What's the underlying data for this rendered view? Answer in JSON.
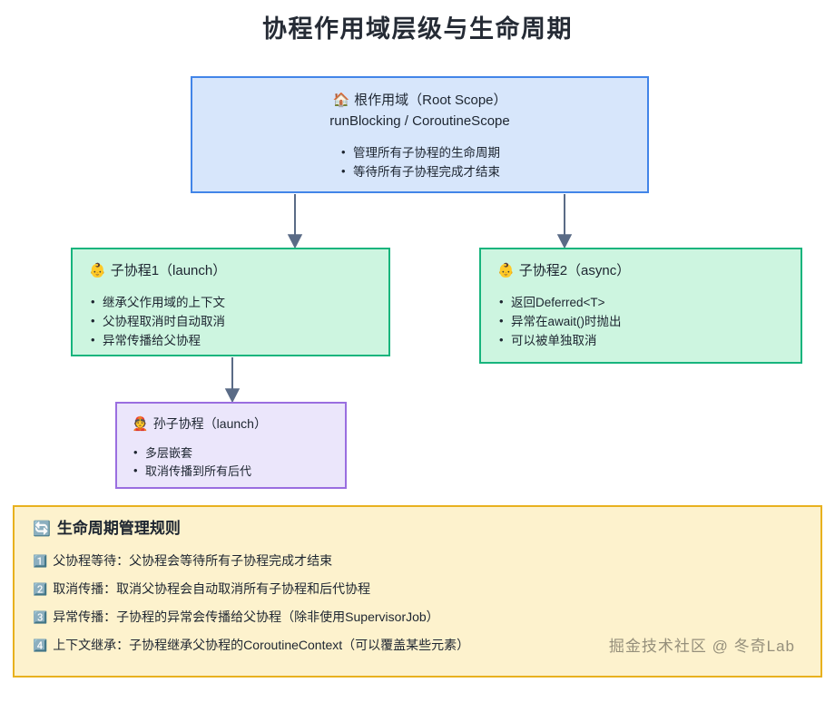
{
  "title": "协程作用域层级与生命周期",
  "colors": {
    "root_border": "#4285e8",
    "root_fill": "#d7e6fb",
    "child_border": "#17b47d",
    "child_fill": "#cdf5e0",
    "grandchild_border": "#9a6ee0",
    "grandchild_fill": "#ebe6fb",
    "rules_border": "#e8b11f",
    "rules_fill": "#fdf2cd",
    "arrow": "#5a6b86"
  },
  "nodes": {
    "root": {
      "icon": "house-icon",
      "icon_glyph": "🏠",
      "heading": "根作用域（Root Scope）",
      "subtitle": "runBlocking / CoroutineScope",
      "bullets": [
        "管理所有子协程的生命周期",
        "等待所有子协程完成才结束"
      ]
    },
    "child1": {
      "icon": "baby-icon",
      "icon_glyph": "👶",
      "heading": "子协程1（launch）",
      "bullets": [
        "继承父作用域的上下文",
        "父协程取消时自动取消",
        "异常传播给父协程"
      ]
    },
    "child2": {
      "icon": "baby-icon",
      "icon_glyph": "👶",
      "heading": "子协程2（async）",
      "bullets": [
        "返回Deferred<T>",
        "异常在await()时抛出",
        "可以被单独取消"
      ]
    },
    "grandchild": {
      "icon": "person-with-cap-icon",
      "icon_glyph": "👲",
      "heading": "孙子协程（launch）",
      "bullets": [
        "多层嵌套",
        "取消传播到所有后代"
      ]
    }
  },
  "rules": {
    "icon": "refresh-icon",
    "icon_glyph": "🔄",
    "title": "生命周期管理规则",
    "items": [
      {
        "num": "1️⃣",
        "text": "父协程等待：父协程会等待所有子协程完成才结束"
      },
      {
        "num": "2️⃣",
        "text": "取消传播：取消父协程会自动取消所有子协程和后代协程"
      },
      {
        "num": "3️⃣",
        "text": "异常传播：子协程的异常会传播给父协程（除非使用SupervisorJob）"
      },
      {
        "num": "4️⃣",
        "text": "上下文继承：子协程继承父协程的CoroutineContext（可以覆盖某些元素）"
      }
    ]
  },
  "watermark": "掘金技术社区 @ 冬奇Lab"
}
